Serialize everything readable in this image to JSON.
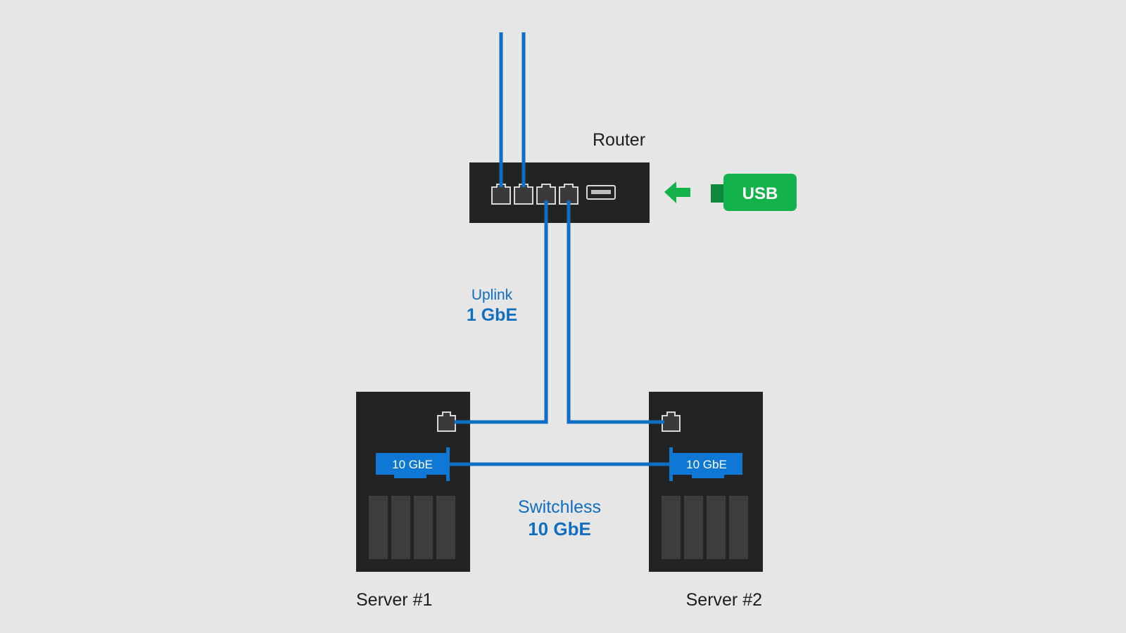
{
  "router": {
    "label": "Router"
  },
  "usb": {
    "label": "USB"
  },
  "uplink": {
    "title": "Uplink",
    "speed": "1 GbE"
  },
  "switchless": {
    "title": "Switchless",
    "speed": "10 GbE"
  },
  "servers": [
    {
      "label": "Server #1",
      "nic_label": "10 GbE"
    },
    {
      "label": "Server #2",
      "nic_label": "10 GbE"
    }
  ],
  "colors": {
    "background": "#e6e6e6",
    "device": "#232323",
    "cable": "#0f6fc6",
    "nic": "#0f78d4",
    "usb": "#13b24b",
    "label_blue": "#106ebe"
  }
}
